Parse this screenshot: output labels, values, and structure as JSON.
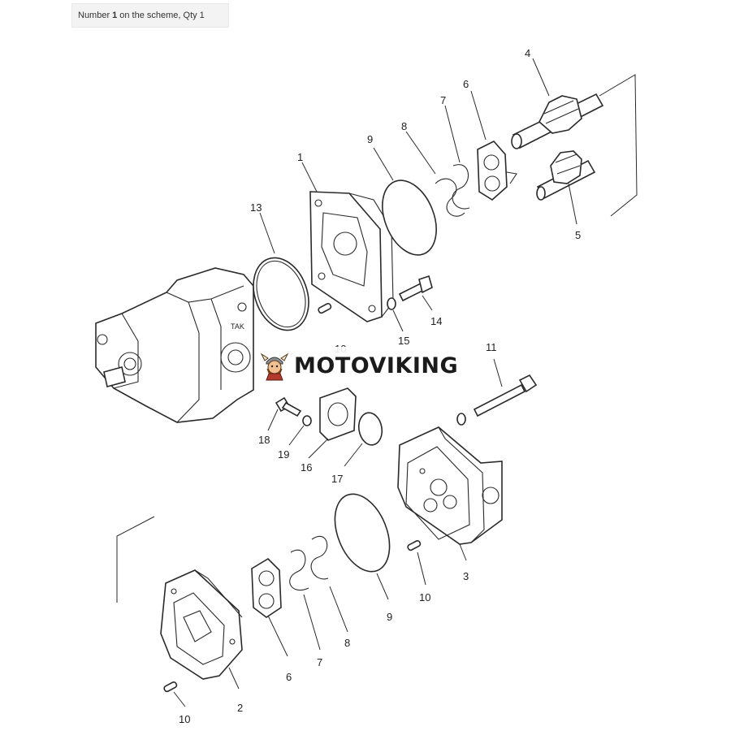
{
  "caption": {
    "prefix": "Number",
    "number": "1",
    "suffix": "on the scheme, Qty 1"
  },
  "labels": {
    "l1": "1",
    "l2": "2",
    "l3": "3",
    "l4": "4",
    "l5": "5",
    "l6_top": "6",
    "l6_bottom": "6",
    "l7_top": "7",
    "l7_bottom": "7",
    "l8_top": "8",
    "l8_bottom": "8",
    "l9_top": "9",
    "l9_bottom": "9",
    "l10_mid": "10",
    "l10_right": "10",
    "l10_bottom": "10",
    "l11": "11",
    "l13": "13",
    "l14": "14",
    "l15": "15",
    "l16": "16",
    "l17": "17",
    "l18": "18",
    "l19": "19"
  },
  "watermark": {
    "brand": "MOTOVIKING",
    "logo_icon": "viking-mascot-icon"
  }
}
